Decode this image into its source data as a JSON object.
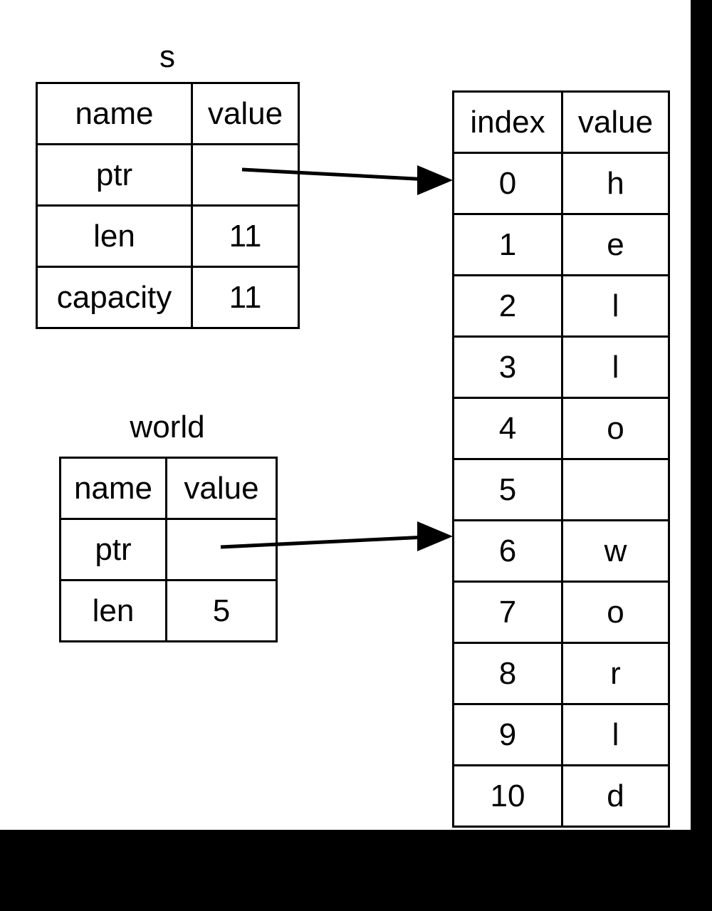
{
  "page": {
    "background": "#000000",
    "sheet_background": "#ffffff",
    "ink": "#000000"
  },
  "struct_s": {
    "caption": "s",
    "headers": {
      "name": "name",
      "value": "value"
    },
    "rows": [
      {
        "name": "ptr",
        "value": ""
      },
      {
        "name": "len",
        "value": "11"
      },
      {
        "name": "capacity",
        "value": "11"
      }
    ]
  },
  "struct_world": {
    "caption": "world",
    "headers": {
      "name": "name",
      "value": "value"
    },
    "rows": [
      {
        "name": "ptr",
        "value": ""
      },
      {
        "name": "len",
        "value": "5"
      }
    ]
  },
  "heap": {
    "headers": {
      "index": "index",
      "value": "value"
    },
    "rows": [
      {
        "index": "0",
        "value": "h"
      },
      {
        "index": "1",
        "value": "e"
      },
      {
        "index": "2",
        "value": "l"
      },
      {
        "index": "3",
        "value": "l"
      },
      {
        "index": "4",
        "value": "o"
      },
      {
        "index": "5",
        "value": ""
      },
      {
        "index": "6",
        "value": "w"
      },
      {
        "index": "7",
        "value": "o"
      },
      {
        "index": "8",
        "value": "r"
      },
      {
        "index": "9",
        "value": "l"
      },
      {
        "index": "10",
        "value": "d"
      }
    ]
  },
  "pointers": [
    {
      "from": "s.ptr",
      "to_index": "0"
    },
    {
      "from": "world.ptr",
      "to_index": "6"
    }
  ]
}
